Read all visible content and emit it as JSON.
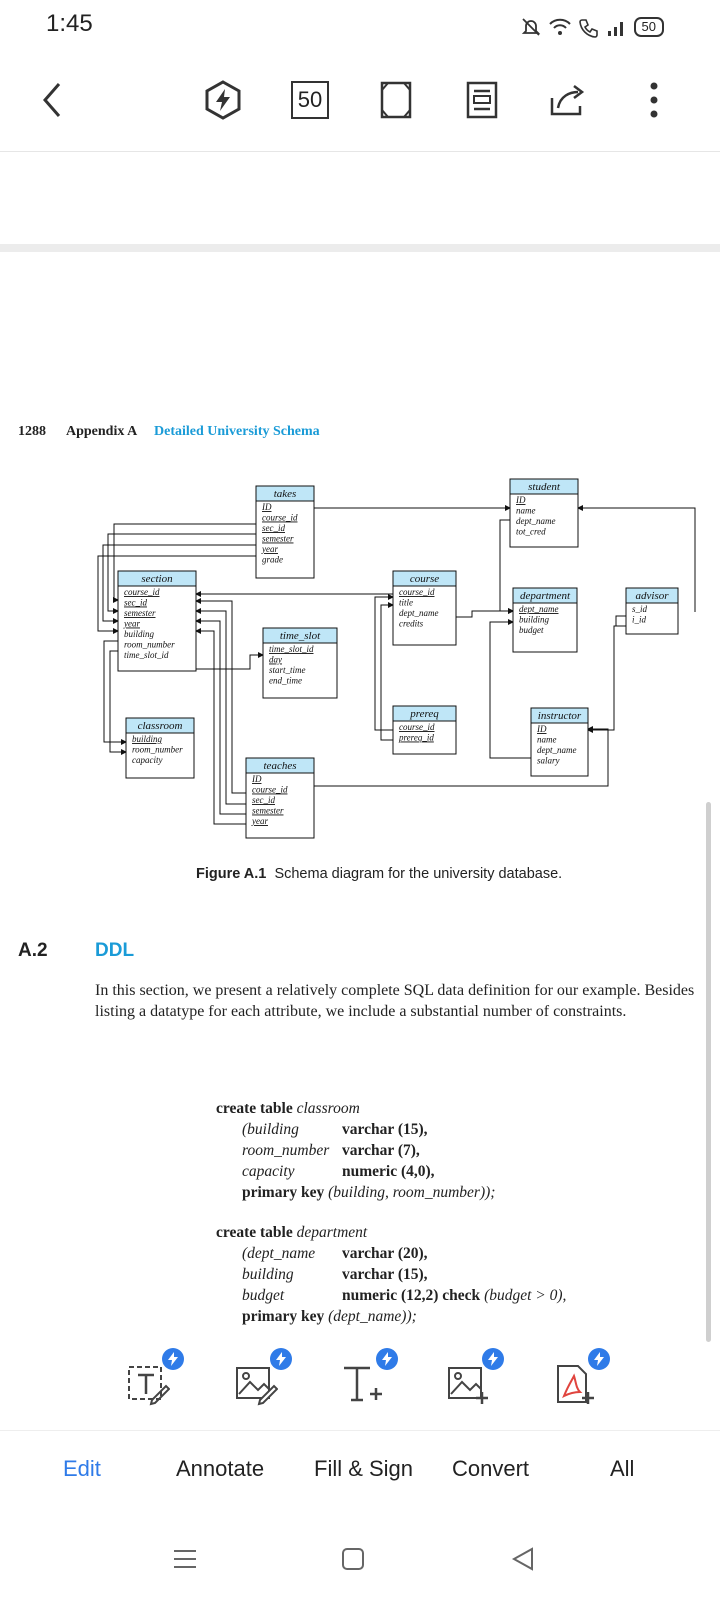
{
  "status": {
    "time": "1:45",
    "battery": "50"
  },
  "toolbar": {
    "page_count": "50"
  },
  "page": {
    "page_number": "1288",
    "appendix": "Appendix A",
    "chapter_title": "Detailed University Schema",
    "figure_label": "Figure A.1",
    "figure_caption": "Schema diagram for the university database.",
    "section_number": "A.2",
    "section_title": "DDL",
    "paragraph": "In this section, we present a relatively complete SQL data definition for our example. Besides listing a datatype for each attribute, we include a substantial number of constraints.",
    "code1": {
      "head_kw": "create table",
      "head_name": "classroom",
      "r1_name": "(building",
      "r1_type": "varchar (15),",
      "r2_name": "room_number",
      "r2_type": "varchar (7),",
      "r3_name": "capacity",
      "r3_type": "numeric (4,0),",
      "r4_kw": "primary key",
      "r4_rest": "(building, room_number));"
    },
    "code2": {
      "head_kw": "create table",
      "head_name": "department",
      "r1_name": "(dept_name",
      "r1_type": "varchar (20),",
      "r2_name": "building",
      "r2_type": "varchar (15),",
      "r3_name": "budget",
      "r3_type": "numeric (12,2)",
      "r3_check": "check",
      "r3_cond": "(budget > 0),",
      "r4_kw": "primary key",
      "r4_rest": "(dept_name));"
    }
  },
  "diagram": {
    "tables": {
      "takes": {
        "name": "takes",
        "attrs": [
          "ID",
          "course_id",
          "sec_id",
          "semester",
          "year",
          "grade"
        ]
      },
      "student": {
        "name": "student",
        "attrs": [
          "ID",
          "name",
          "dept_name",
          "tot_cred"
        ]
      },
      "section": {
        "name": "section",
        "attrs": [
          "course_id",
          "sec_id",
          "semester",
          "year",
          "building",
          "room_number",
          "time_slot_id"
        ]
      },
      "course": {
        "name": "course",
        "attrs": [
          "course_id",
          "title",
          "dept_name",
          "credits"
        ]
      },
      "department": {
        "name": "department",
        "attrs": [
          "dept_name",
          "building",
          "budget"
        ]
      },
      "advisor": {
        "name": "advisor",
        "attrs": [
          "s_id",
          "i_id"
        ]
      },
      "time_slot": {
        "name": "time_slot",
        "attrs": [
          "time_slot_id",
          "day",
          "start_time",
          "end_time"
        ]
      },
      "prereq": {
        "name": "prereq",
        "attrs": [
          "course_id",
          "prereq_id"
        ]
      },
      "classroom": {
        "name": "classroom",
        "attrs": [
          "building",
          "room_number",
          "capacity"
        ]
      },
      "instructor": {
        "name": "instructor",
        "attrs": [
          "ID",
          "name",
          "dept_name",
          "salary"
        ]
      },
      "teaches": {
        "name": "teaches",
        "attrs": [
          "ID",
          "course_id",
          "sec_id",
          "semester",
          "year"
        ]
      }
    }
  },
  "tools": [
    "text-edit-icon",
    "image-edit-icon",
    "add-text-icon",
    "add-image-icon",
    "pdf-convert-icon"
  ],
  "tabs": {
    "edit": "Edit",
    "annotate": "Annotate",
    "fill_sign": "Fill & Sign",
    "convert": "Convert",
    "all": "All"
  },
  "colors": {
    "accent": "#2f7be8",
    "heading": "#1a9bd7",
    "table_header": "#bfe6f7"
  }
}
